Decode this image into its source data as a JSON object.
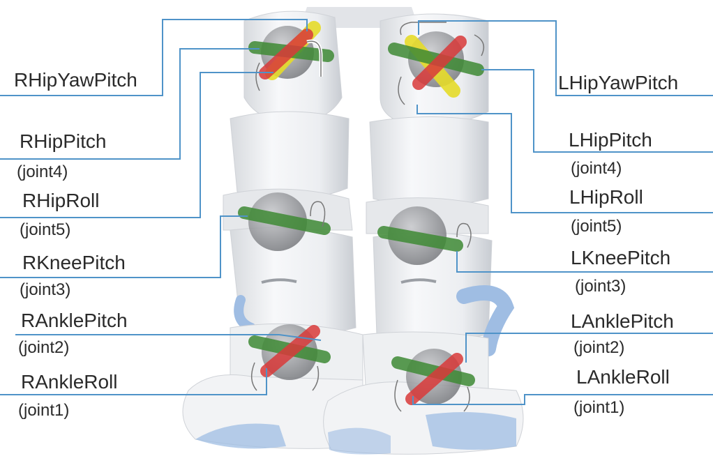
{
  "colors": {
    "leader_line": "#4f93c8",
    "roll_axis": "#d93a3a",
    "pitch_axis": "#3f8a35",
    "yawpitch_axis": "#e6dc2a",
    "shell": "#f0f1f3",
    "shell_shadow": "#c9ccd2",
    "accent_blue": "#9fbde3",
    "joint_sphere": "#8d8f93"
  },
  "labels": {
    "r_hip_yaw_pitch": {
      "name": "RHipYawPitch"
    },
    "r_hip_pitch": {
      "name": "RHipPitch",
      "joint": "(joint4)"
    },
    "r_hip_roll": {
      "name": "RHipRoll",
      "joint": "(joint5)"
    },
    "r_knee_pitch": {
      "name": "RKneePitch",
      "joint": "(joint3)"
    },
    "r_ankle_pitch": {
      "name": "RAnklePitch",
      "joint": "(joint2)"
    },
    "r_ankle_roll": {
      "name": "RAnkleRoll",
      "joint": "(joint1)"
    },
    "l_hip_yaw_pitch": {
      "name": "LHipYawPitch"
    },
    "l_hip_pitch": {
      "name": "LHipPitch",
      "joint": "(joint4)"
    },
    "l_hip_roll": {
      "name": "LHipRoll",
      "joint": "(joint5)"
    },
    "l_knee_pitch": {
      "name": "LKneePitch",
      "joint": "(joint3)"
    },
    "l_ankle_pitch": {
      "name": "LAnklePitch",
      "joint": "(joint2)"
    },
    "l_ankle_roll": {
      "name": "LAnkleRoll",
      "joint": "(joint1)"
    }
  }
}
